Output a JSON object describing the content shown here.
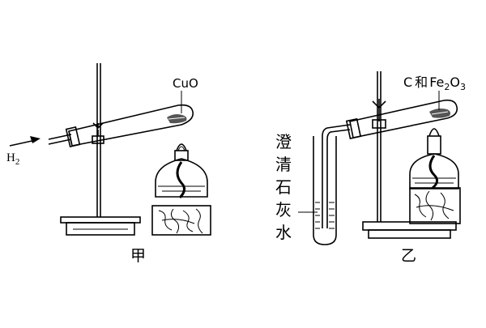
{
  "labels": {
    "gas_inlet_main": "H",
    "gas_inlet_sub": "2",
    "reagent_a": "CuO",
    "reagent_b_c": "C",
    "reagent_b_he": "和",
    "reagent_b_fe": "Fe",
    "reagent_b_sub1": "2",
    "reagent_b_o": "O",
    "reagent_b_sub2": "3",
    "caption_a": "甲",
    "caption_b": "乙",
    "limewater": [
      "澄",
      "清",
      "石",
      "灰",
      "水"
    ]
  }
}
